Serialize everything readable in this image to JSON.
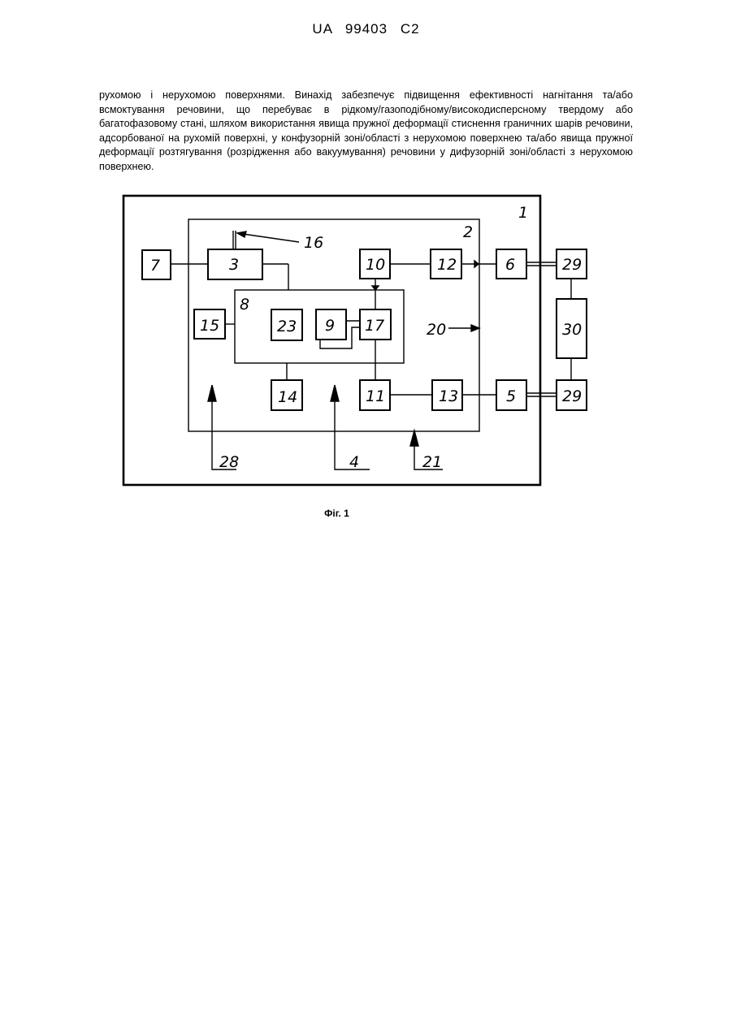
{
  "header": {
    "patent_number": "UA   99403   C2"
  },
  "body_text": "рухомою і нерухомою поверхнями. Винахід забезпечує підвищення ефективності нагнітання та/або всмоктування речовини, що перебуває в рідкому/газоподібному/високодисперсному твердому або багатофазовому стані, шляхом використання явища пружної деформації стиснення граничних шарів речовини, адсорбованої на рухомій поверхні, у конфузорній зоні/області з нерухомою поверхнею та/або явища пружної деформації розтягування (розрідження або вакуумування) речовини у дифузорній зоні/області з нерухомою поверхнею.",
  "figure": {
    "caption": "Фіг. 1",
    "labels": {
      "l1": "1",
      "l2": "2",
      "l3": "3",
      "l4": "4",
      "l5": "5",
      "l6": "6",
      "l7": "7",
      "l8": "8",
      "l9": "9",
      "l10": "10",
      "l11": "11",
      "l12": "12",
      "l13": "13",
      "l14": "14",
      "l15": "15",
      "l16": "16",
      "l17": "17",
      "l20": "20",
      "l21": "21",
      "l23": "23",
      "l28": "28",
      "l29a": "29",
      "l29b": "29",
      "l30": "30"
    }
  }
}
